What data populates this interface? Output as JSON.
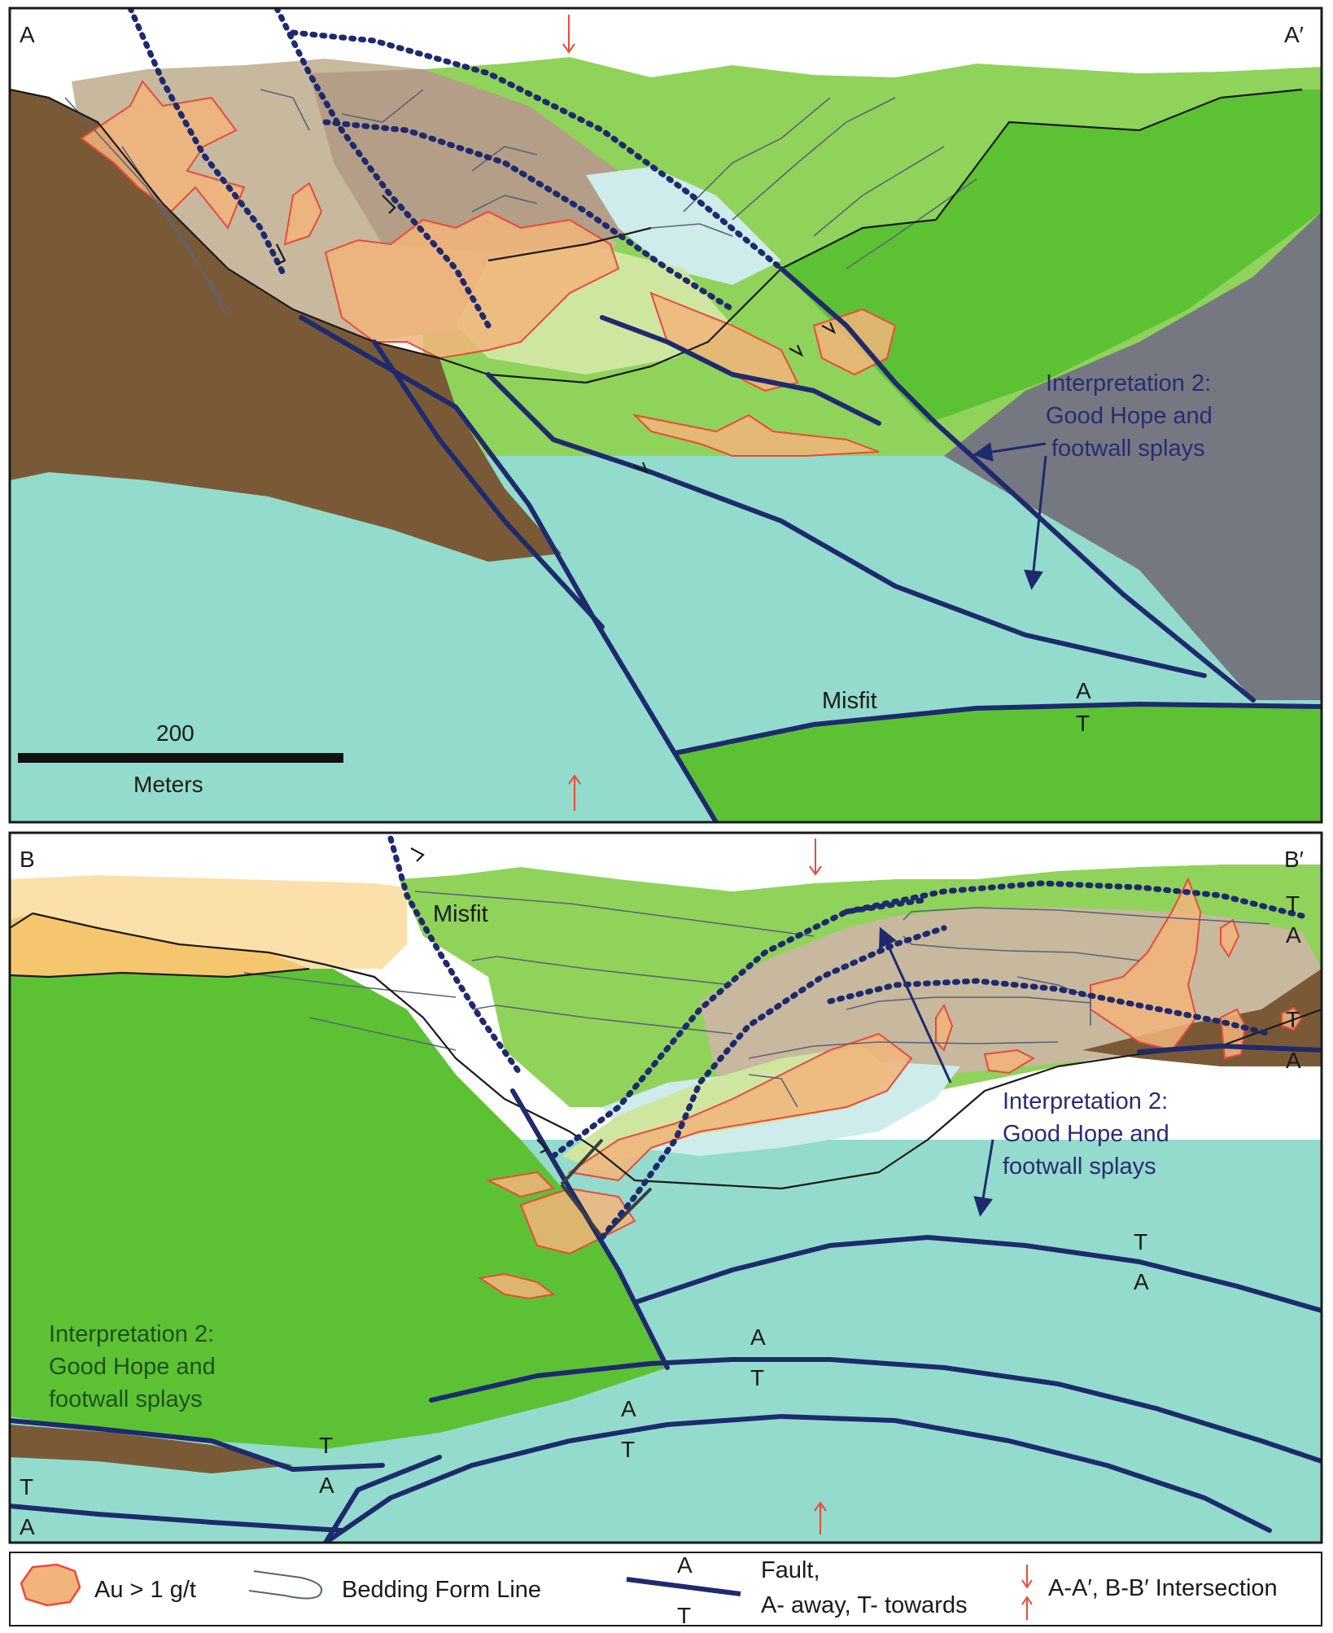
{
  "colors": {
    "teal": "#93dbcc",
    "green_dark": "#5cc234",
    "green_light": "#8fd35a",
    "brown": "#7a5a36",
    "tan": "#c7b89e",
    "mauve": "#b49e88",
    "grey": "#757880",
    "light_yellow_green": "#cfe6a1",
    "pale_cyan": "#cdeceb",
    "orange_fill": "#f2b47a",
    "red_outline": "#ea4a3a",
    "fault_blue": "#1f2a6e",
    "sand": "#f5c66e",
    "pale_sand": "#fbe0aa"
  },
  "panelA": {
    "corner_left": "A",
    "corner_right": "A′",
    "interp_line1": "Interpretation 2:",
    "interp_line2": "Good Hope and",
    "interp_line3": "footwall splays",
    "misfit": "Misfit",
    "fault_A": "A",
    "fault_T": "T",
    "scale_value": "200",
    "scale_unit": "Meters"
  },
  "panelB": {
    "corner_left": "B",
    "corner_right": "B′",
    "misfit": "Misfit",
    "interp_right_line1": "Interpretation 2:",
    "interp_right_line2": "Good Hope and",
    "interp_right_line3": "footwall splays",
    "interp_left_line1": "Interpretation 2:",
    "interp_left_line2": "Good Hope and",
    "interp_left_line3": "footwall splays",
    "ta_right1_T": "T",
    "ta_right1_A": "A",
    "ta_right2_T": "T",
    "ta_right2_A": "A",
    "ta_mid_T": "T",
    "ta_mid_A": "A",
    "at_center_A": "A",
    "at_center_T": "T",
    "at_lower_A": "A",
    "at_lower_T": "T",
    "ta_left_T": "T",
    "ta_left_A": "A",
    "ta_edge_T": "T",
    "ta_edge_A": "A"
  },
  "legend": {
    "au_label": "Au > 1 g/t",
    "bedding_label": "Bedding Form Line",
    "fault_A": "A",
    "fault_T": "T",
    "fault_line1": "Fault,",
    "fault_line2": "A- away, T- towards",
    "intersection_label": "A-A′, B-B′ Intersection"
  },
  "icons": [
    "ore-zone-icon",
    "bedding-line-icon",
    "fault-line-icon",
    "intersection-arrows-icon",
    "down-arrow-icon",
    "up-arrow-icon",
    "half-arrow-icon"
  ]
}
